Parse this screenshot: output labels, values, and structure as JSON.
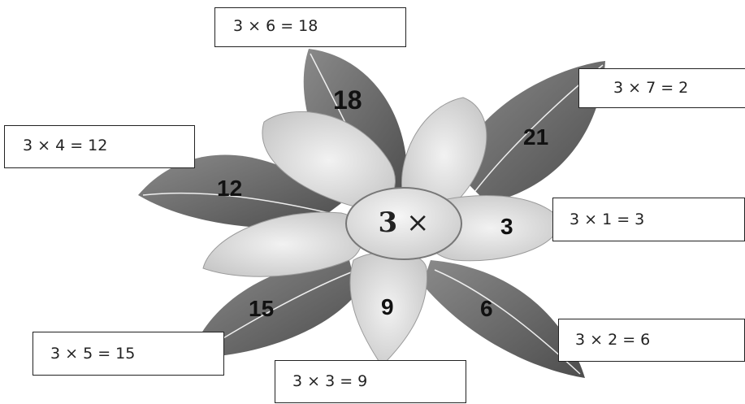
{
  "center": {
    "multiplier": "3",
    "operator": "×"
  },
  "equations": {
    "e6": "3 × 6 = 18",
    "e7": "3 × 7 = 2",
    "e4": "3 × 4 = 12",
    "e1": "3 × 1 = 3",
    "e2": "3 × 2 = 6",
    "e5": "3 × 5 = 15",
    "e3": "3 × 3 = 9"
  },
  "products": {
    "p18": "18",
    "p21": "21",
    "p12": "12",
    "p3": "3",
    "p15": "15",
    "p9": "9",
    "p6": "6"
  },
  "colors": {
    "leaf": "#6f6f6f",
    "petal": "#d6d6d6",
    "center_fill": "#e4e4e4",
    "center_stroke": "#777777"
  }
}
